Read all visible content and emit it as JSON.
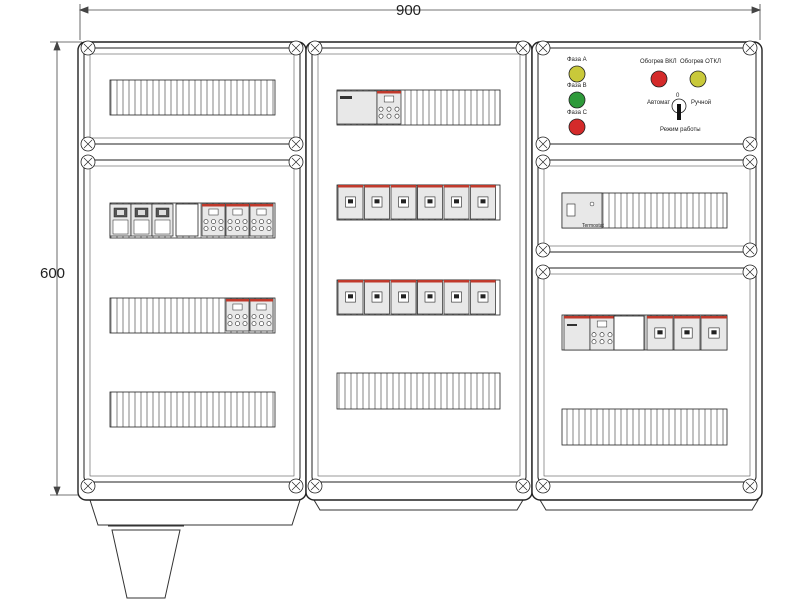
{
  "dimensions": {
    "width_label": "900",
    "height_label": "600"
  },
  "control_panel": {
    "lamp_phase_a": {
      "label": "Фаза А",
      "color": "#c9c93a"
    },
    "lamp_phase_b": {
      "label": "Фаза В",
      "color": "#2e9a3a"
    },
    "lamp_phase_c": {
      "label": "Фаза С",
      "color": "#d42a2a"
    },
    "btn_heat_on": {
      "label": "Обогрев ВКЛ",
      "color": "#d42a2a"
    },
    "btn_heat_off": {
      "label": "Обогрев ОТКЛ",
      "color": "#c9c93a"
    },
    "selector": {
      "left": "Автомат",
      "center": "0",
      "right": "Ручной",
      "caption": "Режим работы"
    }
  },
  "devices": {
    "controller_caption": "Termostat"
  },
  "colors": {
    "outline": "#222222",
    "panel_fill": "#ffffff",
    "breaker_fill": "#e8e8e8",
    "breaker_stripe": "#c0392b"
  }
}
